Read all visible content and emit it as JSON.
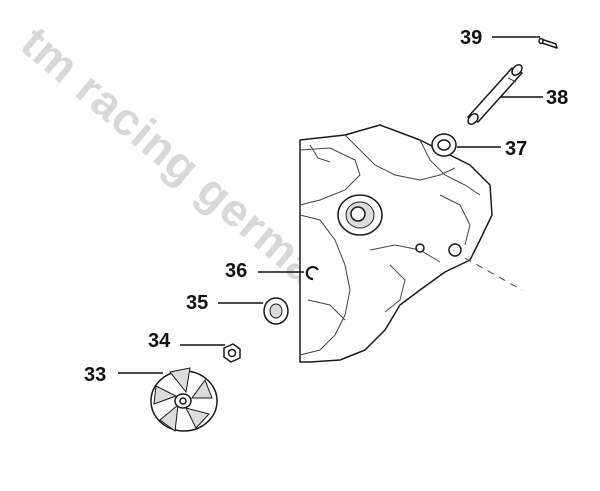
{
  "watermark": "tm racing germany",
  "colors": {
    "background": "#ffffff",
    "line": "#111111",
    "watermark": "#d8d8d8"
  },
  "callouts": [
    {
      "number": "39",
      "part": "pin"
    },
    {
      "number": "38",
      "part": "shaft"
    },
    {
      "number": "37",
      "part": "seal-ring"
    },
    {
      "number": "36",
      "part": "circlip"
    },
    {
      "number": "35",
      "part": "washer"
    },
    {
      "number": "34",
      "part": "nut"
    },
    {
      "number": "33",
      "part": "impeller"
    }
  ]
}
